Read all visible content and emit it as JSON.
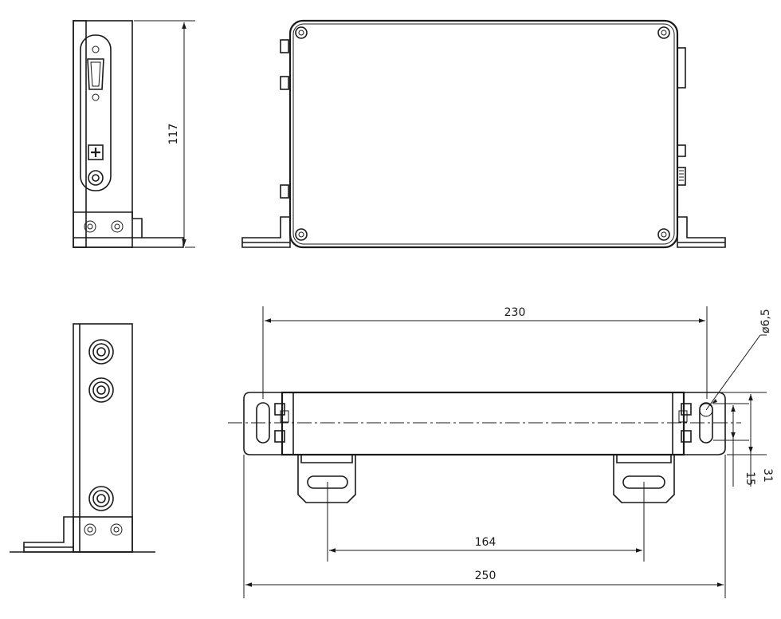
{
  "dimensions": {
    "height": "117",
    "hole_spacing_top": "230",
    "hole_diameter": "ø6,5",
    "mount_spacing": "164",
    "overall_length": "250",
    "slot_offset": "15",
    "base_width": "31"
  }
}
